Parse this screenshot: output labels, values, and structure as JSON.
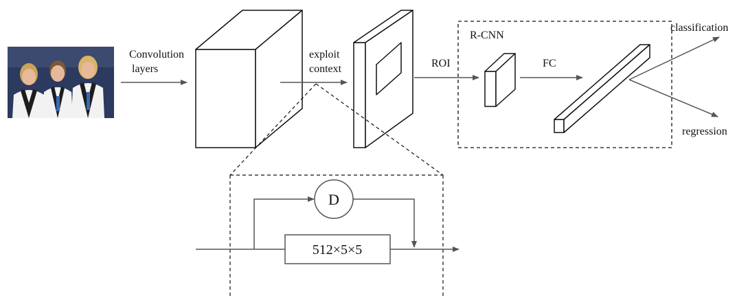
{
  "labels": {
    "convolution_line1": "Convolution",
    "convolution_line2": "layers",
    "exploit_line1": "exploit",
    "exploit_line2": "context",
    "roi": "ROI",
    "rcnn": "R-CNN",
    "fc": "FC",
    "classification": "classification",
    "regression": "regression",
    "dilation_node": "D",
    "conv_block": "512×5×5"
  },
  "photo": {
    "icon": "team-photo-three-people",
    "colors": {
      "background": "#2b3a5e",
      "uniform": "#f2f2f2",
      "stripe": "#1d1d1d",
      "accent": "#3a6bb5",
      "hair": "#c9a45c",
      "skin": "#e8b89a"
    }
  },
  "colors": {
    "line": "#111111",
    "arrow": "#555555"
  }
}
